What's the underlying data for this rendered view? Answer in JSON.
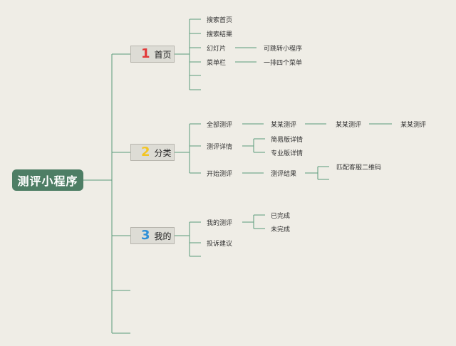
{
  "root": {
    "label": "测评小程序"
  },
  "branches": [
    {
      "number": "1",
      "number_color": "#e23a3a",
      "label": "首页",
      "items": [
        {
          "label": "搜索首页"
        },
        {
          "label": "搜索结果"
        },
        {
          "label": "幻灯片",
          "child": "可跳转小程序"
        },
        {
          "label": "菜单栏",
          "child": "一排四个菜单"
        }
      ]
    },
    {
      "number": "2",
      "number_color": "#f3c522",
      "label": "分类",
      "items": [
        {
          "label": "全部测评",
          "chain": [
            "某某测评",
            "某某测评",
            "某某测评"
          ]
        },
        {
          "label": "测评详情",
          "children": [
            "简易版详情",
            "专业版详情"
          ]
        },
        {
          "label": "开始测评",
          "child": "测评结果",
          "grandchild": "匹配客服二维码"
        }
      ]
    },
    {
      "number": "3",
      "number_color": "#2d8fd8",
      "label": "我的",
      "items": [
        {
          "label": "我的测评",
          "children": [
            "已完成",
            "未完成"
          ]
        },
        {
          "label": "投诉建议"
        }
      ]
    }
  ],
  "colors": {
    "line": "#5a9a7a",
    "root_bg": "#4e7e65",
    "background": "#efede6"
  }
}
